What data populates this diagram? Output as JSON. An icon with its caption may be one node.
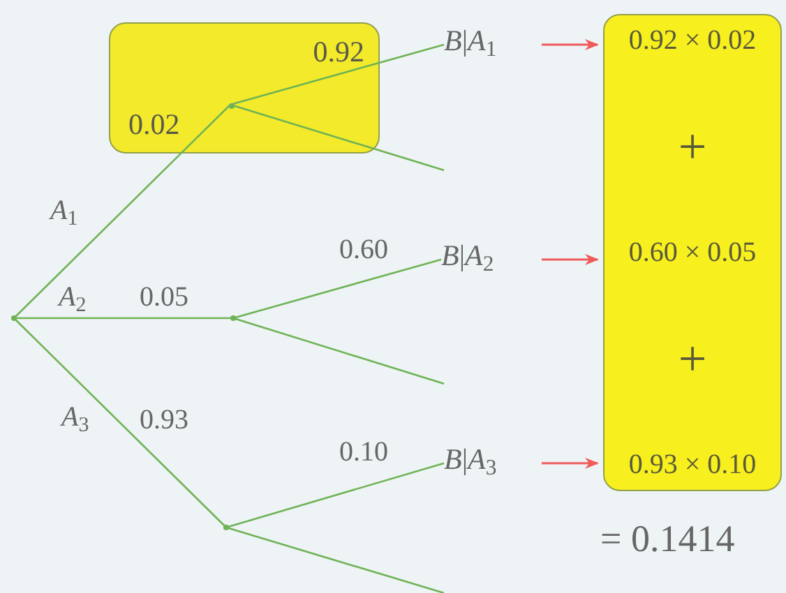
{
  "diagram": {
    "nodes": [
      {
        "text": [],
        "shape": "dot"
      },
      {
        "text": [
          "0.92",
          "0.02"
        ]
      },
      {
        "text": [],
        "shape": "dot",
        "in": 1
      },
      {
        "text": [],
        "shape": "dot"
      },
      {
        "text": [],
        "shape": "dot"
      },
      {
        "text": [
          "*B*|*A*$_{1}$"
        ]
      },
      {
        "text": [
          "*B*|*A*$_{2}$"
        ]
      },
      {
        "text": [
          "*B*|*A*$_{3}$"
        ]
      },
      {
        "text": [
          "0.92 × 0.02",
          "+",
          "0.60 × 0.05",
          "+",
          "0.93 × 0.10"
        ]
      }
    ],
    "edges": [
      {
        "from": 0,
        "to": 2,
        "arrow": "none"
      },
      {
        "from": 2,
        "to": 5,
        "arrow": "none"
      },
      {
        "from": 2,
        "to": null,
        "arrow": "none"
      },
      {
        "from": 0,
        "to": 3,
        "arrow": "none"
      },
      {
        "from": 3,
        "to": 6,
        "arrow": "none"
      },
      {
        "from": 3,
        "to": null,
        "arrow": "none"
      },
      {
        "from": 0,
        "to": 4,
        "arrow": "none"
      },
      {
        "from": 4,
        "to": 7,
        "arrow": "none"
      },
      {
        "from": 4,
        "to": null,
        "arrow": "none"
      },
      {
        "from": 5,
        "to": 8,
        "arrow": "to",
        "color": "#f05a5a"
      },
      {
        "from": 6,
        "to": 8,
        "arrow": "to",
        "color": "#f05a5a"
      },
      {
        "from": 7,
        "to": 8,
        "arrow": "to",
        "color": "#f05a5a"
      }
    ],
    "labels": [
      "*A*$_{1}$",
      "*A*$_{2}$",
      "0.05",
      "*A*$_{3}$",
      "0.93",
      "0.60",
      "0.10",
      "= 0.1414"
    ]
  }
}
